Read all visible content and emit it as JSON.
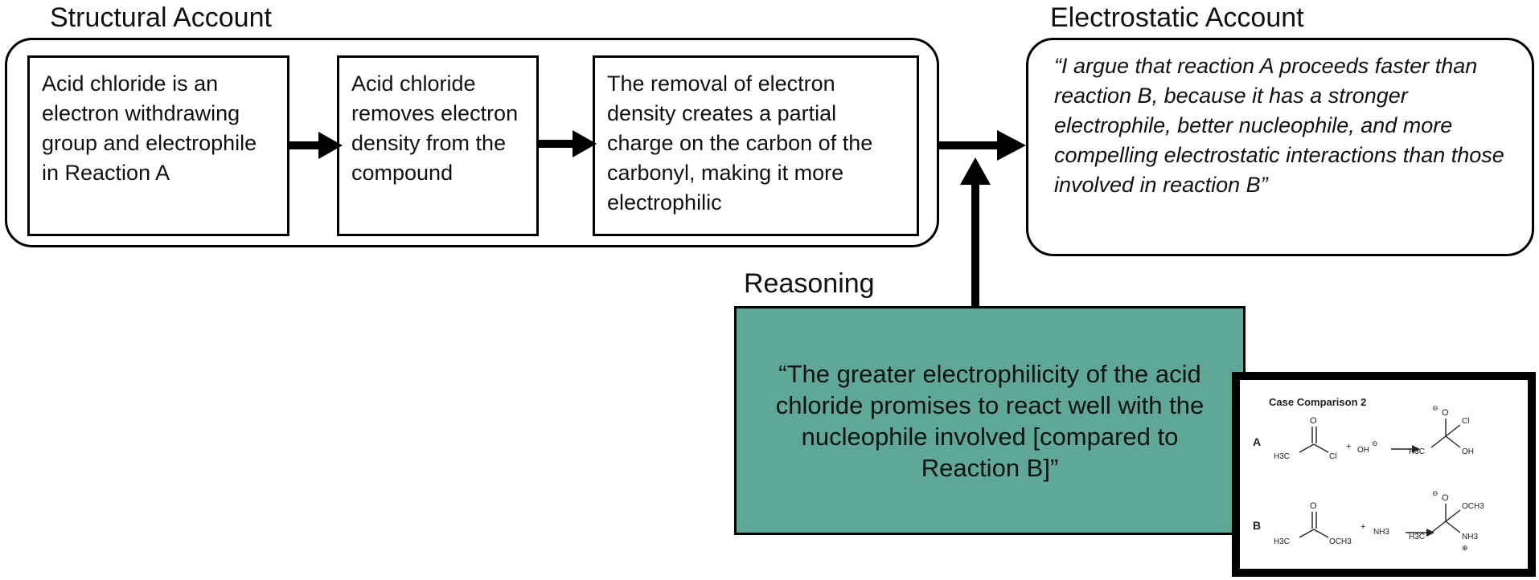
{
  "structural": {
    "heading": "Structural Account",
    "steps": [
      "Acid chloride is an electron withdrawing group and electrophile in Reaction A",
      "Acid chloride removes electron density from the compound",
      "The removal of electron density creates a partial charge on the carbon of the carbonyl, making it more electrophilic"
    ]
  },
  "electrostatic": {
    "heading": "Electrostatic Account",
    "quote": "“I argue that reaction A proceeds faster than reaction B, because it has a stronger electrophile, better nucleophile, and more compelling electrostatic interactions than those involved in reaction B”"
  },
  "reasoning": {
    "heading": "Reasoning",
    "quote": "“The greater electrophilicity of the acid chloride promises to react well with the nucleophile involved [compared to Reaction B]”",
    "fill_color": "#5fa898"
  },
  "inset": {
    "title": "Case Comparison 2",
    "reaction_a": {
      "label": "A",
      "reactant_methyl": "H3C",
      "reactant_group": "Cl",
      "plus": "+",
      "nucleophile": "OH",
      "product_methyl": "H3C",
      "product_groups": [
        "Cl",
        "OH"
      ]
    },
    "reaction_b": {
      "label": "B",
      "reactant_methyl": "H3C",
      "reactant_group": "OCH3",
      "plus": "+",
      "nucleophile": "NH3",
      "product_methyl": "H3C",
      "product_groups": [
        "OCH3",
        "NH3"
      ]
    },
    "oxygen": "O",
    "negative_charge": "⊖",
    "positive_charge": "⊕"
  }
}
